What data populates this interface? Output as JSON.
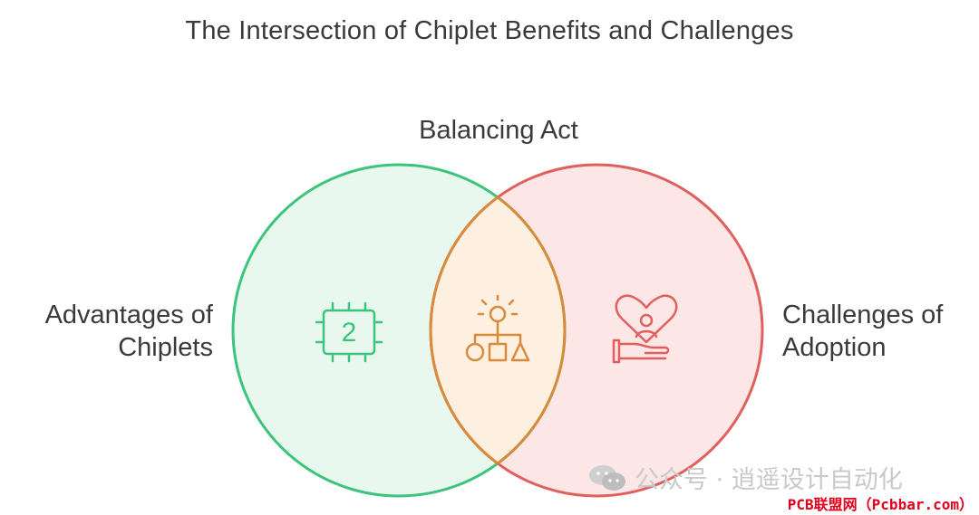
{
  "title": "The Intersection of Chiplet Benefits and Challenges",
  "overlap": {
    "label": "Balancing Act",
    "icon": "lightbulb-shapes-icon"
  },
  "left_set": {
    "line1": "Advantages of",
    "line2": "Chiplets",
    "icon": "chip-icon",
    "chip_number": "2",
    "color": "#3cc47c",
    "fill": "#e8f8ef"
  },
  "right_set": {
    "line1": "Challenges of",
    "line2": "Adoption",
    "icon": "heart-hand-user-icon",
    "color": "#e0605e",
    "fill": "#fde6e6"
  },
  "overlap_colors": {
    "color": "#d98a3a",
    "fill": "#fdf0e0"
  },
  "watermark": {
    "text": "公众号 · 逍遥设计自动化",
    "icon": "wechat-icon"
  },
  "footer": {
    "text": "PCB联盟网（Pcbbar.com）"
  }
}
